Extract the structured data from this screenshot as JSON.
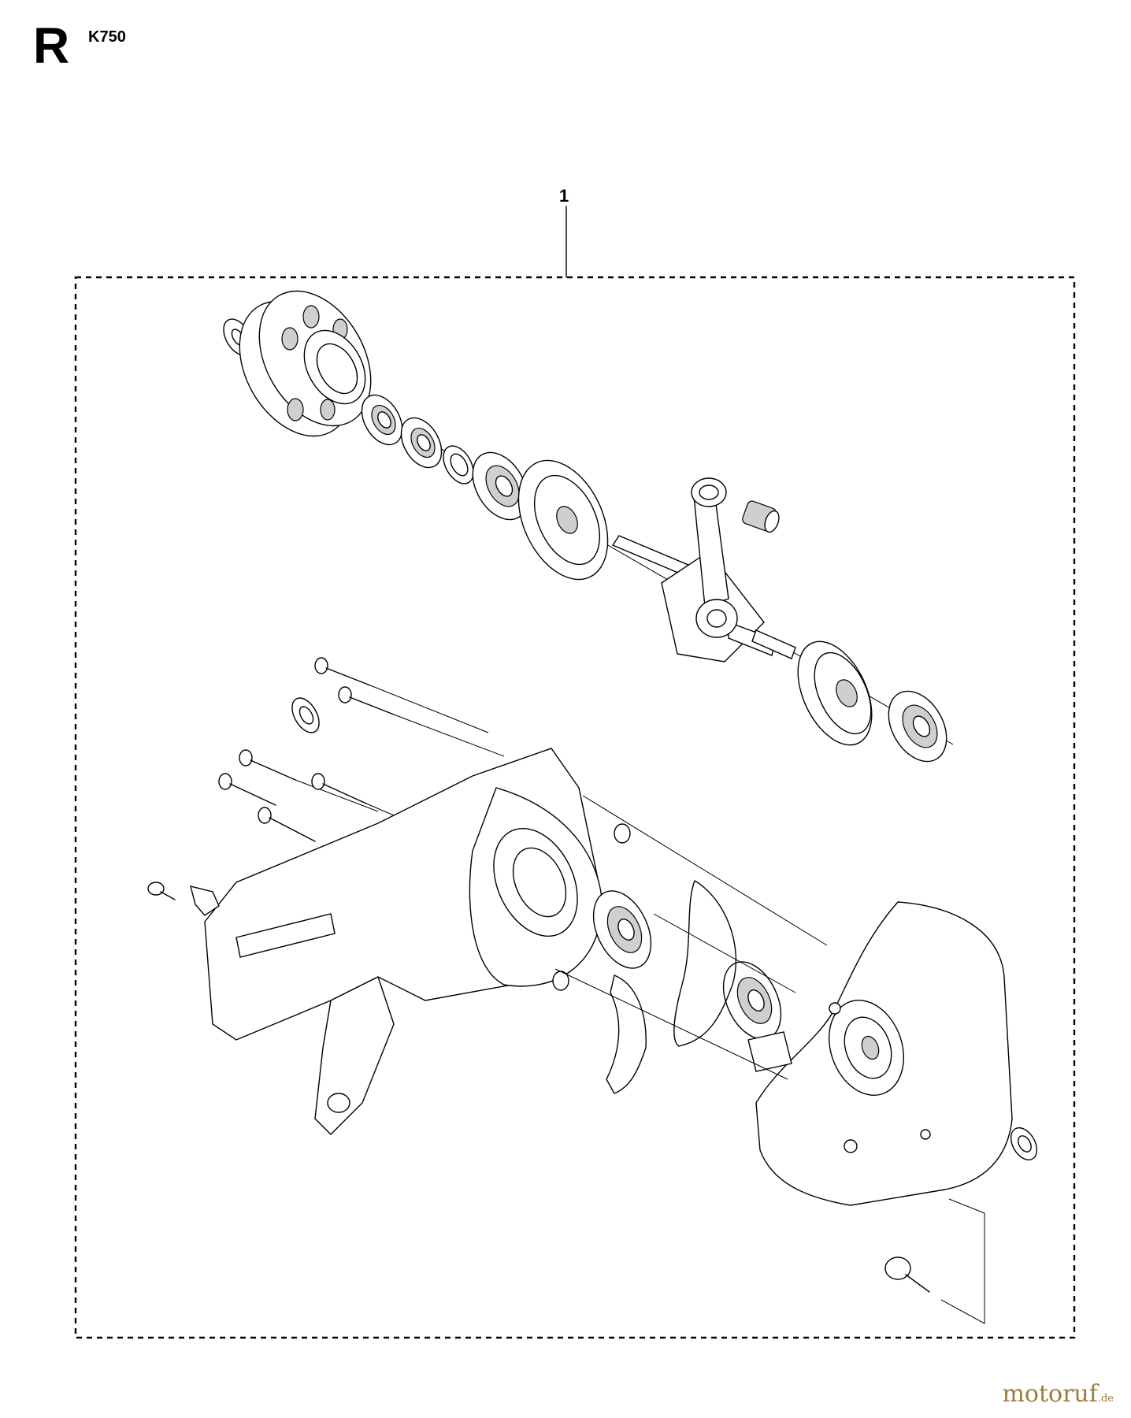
{
  "section_letter": "R",
  "model": "K750",
  "callout": "1",
  "watermark": {
    "name": "motoruf",
    "tld": ".de"
  }
}
